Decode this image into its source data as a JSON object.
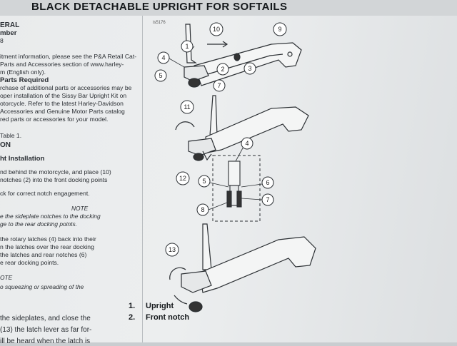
{
  "header": {
    "title": "BLACK DETACHABLE UPRIGHT FOR SOFTAILS"
  },
  "left_column": {
    "lines": [
      {
        "text": "ERAL",
        "style": "hd"
      },
      {
        "text": "mber",
        "style": "hd2"
      },
      {
        "text": "8",
        "style": "normal"
      },
      {
        "text": "itment information, please see the P&A Retail Cat-",
        "style": "normal"
      },
      {
        "text": "Parts and Accessories section of www.harley-",
        "style": "normal"
      },
      {
        "text": "m (English only).",
        "style": "normal"
      },
      {
        "text": "Parts Required",
        "style": "hd2"
      },
      {
        "text": "rchase of additional parts or accessories may be",
        "style": "normal"
      },
      {
        "text": "oper installation of the Sissy Bar Upright Kit on",
        "style": "normal"
      },
      {
        "text": "otorcycle. Refer to the latest Harley-Davidson",
        "style": "normal"
      },
      {
        "text": "Accessories and Genuine Motor Parts catalog",
        "style": "normal"
      },
      {
        "text": "red parts or accessories for your model.",
        "style": "normal"
      },
      {
        "text": "Table 1.",
        "style": "normal"
      },
      {
        "text": "ON",
        "style": "hd"
      },
      {
        "text": "ht Installation",
        "style": "hd2"
      },
      {
        "text": "nd behind the motorcycle, and place (10)",
        "style": "normal"
      },
      {
        "text": "notches (2) into the front docking points",
        "style": "normal"
      },
      {
        "text": "ck for correct notch engagement.",
        "style": "normal"
      },
      {
        "text": "NOTE",
        "style": "it"
      },
      {
        "text": "e the sideplate notches to the docking",
        "style": "it"
      },
      {
        "text": "ge to the rear docking points.",
        "style": "it"
      },
      {
        "text": "the rotary latches (4) back into their",
        "style": "normal"
      },
      {
        "text": "n the latches over the rear docking",
        "style": "normal"
      },
      {
        "text": "the latches and rear notches (6)",
        "style": "normal"
      },
      {
        "text": "e rear docking points.",
        "style": "normal"
      },
      {
        "text": "OTE",
        "style": "it"
      },
      {
        "text": "o squeezing or spreading of the",
        "style": "it"
      },
      {
        "text": "the sideplates, and close the",
        "style": "lg"
      },
      {
        "text": "(13) the latch lever as far for-",
        "style": "lg"
      },
      {
        "text": "ill be heard when the latch is",
        "style": "lg"
      }
    ]
  },
  "figure": {
    "id": "is5176",
    "callouts": {
      "c1": "1",
      "c2": "2",
      "c3": "3",
      "c4": "4",
      "c5": "5",
      "c7": "7",
      "c9": "9",
      "c10": "10",
      "c11": "11",
      "c12": "12",
      "c13": "13",
      "d4": "4",
      "d5": "5",
      "d6": "6",
      "d7": "7",
      "d8": "8"
    }
  },
  "legend": {
    "items": [
      {
        "num": "1.",
        "label": "Upright"
      },
      {
        "num": "2.",
        "label": "Front notch"
      }
    ]
  },
  "colors": {
    "paper": "#eceeef",
    "ink": "#1e2226",
    "line": "#2b2f33"
  }
}
